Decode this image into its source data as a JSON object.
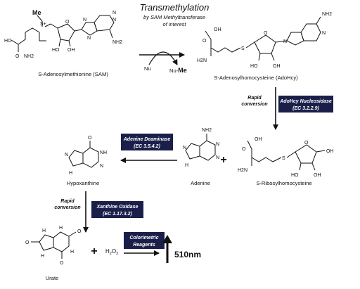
{
  "header": {
    "title": "Transmethylation",
    "subtitle_line1": "by SAM Methyltransferase",
    "subtitle_line2": "of interest"
  },
  "compounds": {
    "sam": "S-Adenosylmethionine (SAM)",
    "adohcy": "S-Adenosylhomocysteine (AdoHcy)",
    "ribosyl": "S-Ribosylhomocysteine",
    "adenine": "Adenine",
    "hypoxanthine": "Hypoxanthine",
    "urate": "Urate"
  },
  "methyl_transfer": {
    "nu": "Nu",
    "nu_me_prefix": "Nu-",
    "nu_me_suffix": "Me",
    "me_label": "Me"
  },
  "enzymes": {
    "nucleosidase_line1": "AdoHcy Nucleosidase",
    "nucleosidase_line2": "(EC 3.2.2.9)",
    "deaminase_line1": "Adenine Deaminase",
    "deaminase_line2": "(EC 3.5.4.2)",
    "oxidase_line1": "Xanthine Oxidase",
    "oxidase_line2": "(EC 1.17.3.2)",
    "colorimetric_line1": "Colorimetric",
    "colorimetric_line2": "Reagents"
  },
  "annotations": {
    "rapid1_line1": "Rapid",
    "rapid1_line2": "conversion",
    "rapid2_line1": "Rapid",
    "rapid2_line2": "conversion"
  },
  "misc": {
    "plus": "+",
    "h2o2_h": "H",
    "h2o2_sub1": "2",
    "h2o2_o": "O",
    "h2o2_sub2": "2",
    "readout": "510nm"
  },
  "atoms": {
    "ho": "HO",
    "oh": "OH",
    "o": "O",
    "nh2": "NH2",
    "nh": "NH",
    "h2n": "H2N",
    "n": "N",
    "s": "S",
    "h": "H",
    "splus": "S+"
  },
  "colors": {
    "enzyme_box": "#1a1f4a",
    "text": "#111111"
  }
}
